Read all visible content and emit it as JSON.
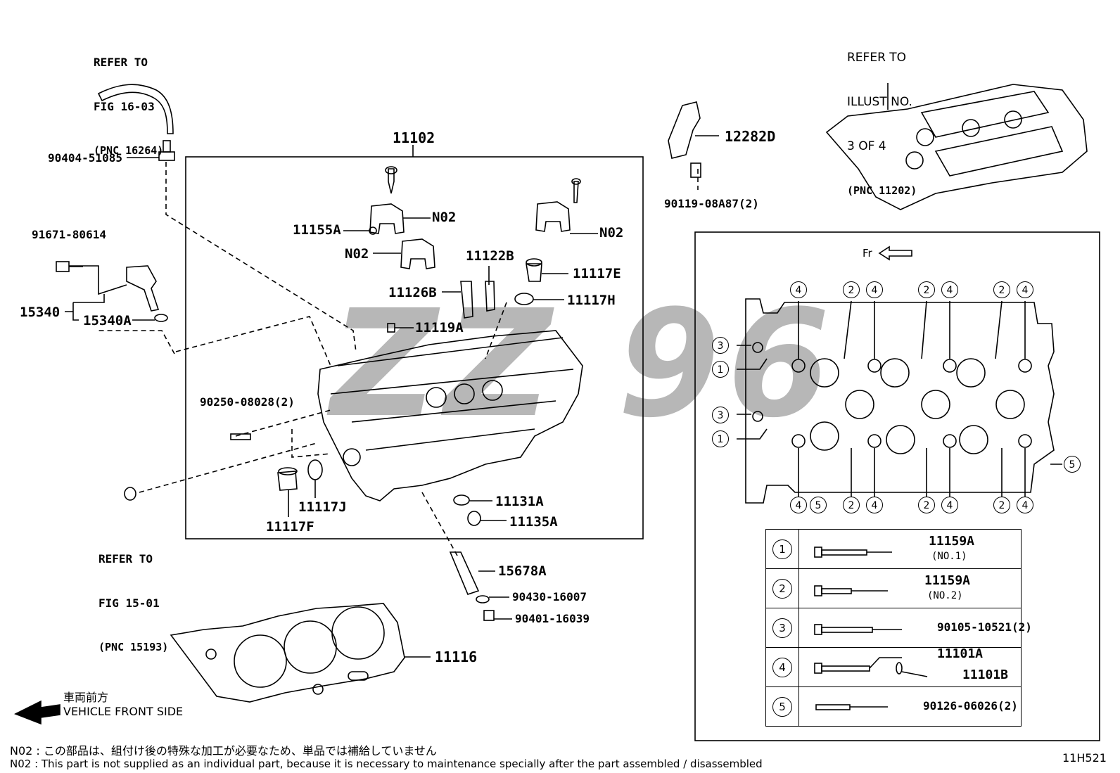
{
  "refs": {
    "top_left": [
      "REFER TO",
      "FIG 16-03",
      "(PNC 16264)"
    ],
    "top_right": [
      "REFER TO",
      "ILLUST NO.",
      "3 OF 4",
      "(PNC 11202)"
    ],
    "bottom_left": [
      "REFER TO",
      "FIG 15-01",
      "(PNC 15193)"
    ]
  },
  "parts": {
    "p11102": "11102",
    "p90404": "90404-51085",
    "p91671": "91671-80614",
    "p15340": "15340",
    "p15340A": "15340A",
    "p11155A": "11155A",
    "n02a": "N02",
    "n02b": "N02",
    "n02c": "N02",
    "p11122B": "11122B",
    "p11117E": "11117E",
    "p11126B": "11126B",
    "p11117H": "11117H",
    "p11119A": "11119A",
    "p90250": "90250-08028(2)",
    "p11117J": "11117J",
    "p11117F": "11117F",
    "p11131A": "11131A",
    "p11135A": "11135A",
    "p15678A": "15678A",
    "p90430": "90430-16007",
    "p90401": "90401-16039",
    "p11116": "11116",
    "p12282D": "12282D",
    "p90119": "90119-08A87(2)"
  },
  "front": {
    "jp": "車両前方",
    "en": "VEHICLE FRONT SIDE"
  },
  "fr_label": "Fr",
  "bolt_numbers": {
    "top": [
      "4",
      "2",
      "4",
      "2",
      "4",
      "2",
      "4"
    ],
    "bottom": [
      "4",
      "5",
      "2",
      "4",
      "2",
      "4",
      "2",
      "4"
    ],
    "left": [
      "3",
      "1",
      "3",
      "1"
    ],
    "right": "5"
  },
  "legend": [
    {
      "num": "1",
      "part": "11159A",
      "sub": "(NO.1)"
    },
    {
      "num": "2",
      "part": "11159A",
      "sub": "(NO.2)"
    },
    {
      "num": "3",
      "part": "90105-10521(2)",
      "sub": ""
    },
    {
      "num": "4",
      "part": "11101A",
      "sub": "11101B"
    },
    {
      "num": "5",
      "part": "90126-06026(2)",
      "sub": ""
    }
  ],
  "notes": [
    "N02 : この部品は、組付け後の特殊な加工が必要なため、単品では補給していません",
    "N02 : This part is not supplied as an individual part, because it is necessary to maintenance specially after the part assembled / disassembled"
  ],
  "figure_code": "11H521",
  "watermark": "ZZ  96"
}
